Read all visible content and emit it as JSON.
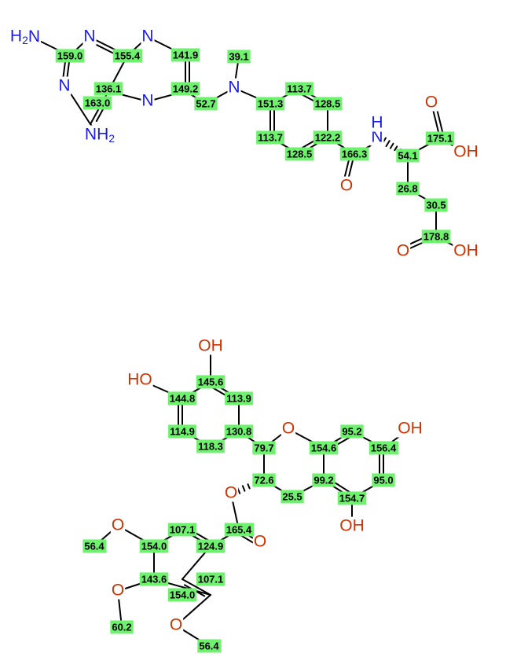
{
  "colors": {
    "nitrogen": "#1a1ae6",
    "oxygen": "#cc3300",
    "bond": "#000000",
    "shift_highlight": "#6ef26e",
    "background": "#ffffff"
  },
  "molecules": [
    {
      "atom_labels": [
        {
          "id": "m1-nh2-a",
          "html": "H<tspan dy=\"5\" font-size=\"14\">2</tspan><tspan dy=\"-5\">N</tspan>",
          "element": "N"
        },
        {
          "id": "m1-n1",
          "text": "N",
          "element": "N"
        },
        {
          "id": "m1-n2",
          "text": "N",
          "element": "N"
        },
        {
          "id": "m1-n3",
          "text": "N",
          "element": "N"
        },
        {
          "id": "m1-n4",
          "text": "N",
          "element": "N"
        },
        {
          "id": "m1-nh2-b",
          "html": "NH<tspan dy=\"5\" font-size=\"14\">2</tspan>",
          "element": "N"
        },
        {
          "id": "m1-nme",
          "text": "N",
          "element": "N"
        },
        {
          "id": "m1-nh",
          "text": "N",
          "element": "N"
        },
        {
          "id": "m1-h",
          "text": "H",
          "element": "N"
        },
        {
          "id": "m1-o-amide",
          "text": "O",
          "element": "O"
        },
        {
          "id": "m1-o-acid1",
          "text": "O",
          "element": "O"
        },
        {
          "id": "m1-oh-acid1",
          "text": "OH",
          "element": "O"
        },
        {
          "id": "m1-o-acid2",
          "text": "O",
          "element": "O"
        },
        {
          "id": "m1-oh-acid2",
          "text": "OH",
          "element": "O"
        }
      ],
      "shifts": [
        "159.0",
        "155.4",
        "141.9",
        "39.1",
        "136.1",
        "149.2",
        "52.7",
        "113.7",
        "151.3",
        "128.5",
        "163.0",
        "113.7",
        "122.2",
        "128.5",
        "166.3",
        "175.1",
        "54.1",
        "26.8",
        "30.5",
        "178.8"
      ]
    },
    {
      "atom_labels": [
        {
          "id": "m2-oh-top",
          "text": "OH",
          "element": "O"
        },
        {
          "id": "m2-ho-left",
          "text": "HO",
          "element": "O"
        },
        {
          "id": "m2-o-ring",
          "text": "O",
          "element": "O"
        },
        {
          "id": "m2-oh-right",
          "text": "OH",
          "element": "O"
        },
        {
          "id": "m2-o-ester",
          "text": "O",
          "element": "O"
        },
        {
          "id": "m2-oh-bottom",
          "text": "OH",
          "element": "O"
        },
        {
          "id": "m2-o-methoxy1",
          "text": "O",
          "element": "O"
        },
        {
          "id": "m2-o-carbonyl",
          "text": "O",
          "element": "O"
        },
        {
          "id": "m2-o-methoxy2",
          "text": "O",
          "element": "O"
        },
        {
          "id": "m2-o-methoxy3",
          "text": "O",
          "element": "O"
        }
      ],
      "shifts": [
        "145.6",
        "144.8",
        "113.9",
        "95.2",
        "114.9",
        "130.8",
        "154.6",
        "156.4",
        "118.3",
        "79.7",
        "72.6",
        "99.2",
        "95.0",
        "25.5",
        "154.7",
        "107.1",
        "165.4",
        "56.4",
        "154.0",
        "124.9",
        "143.6",
        "107.1",
        "154.0",
        "60.2",
        "56.4"
      ]
    }
  ]
}
